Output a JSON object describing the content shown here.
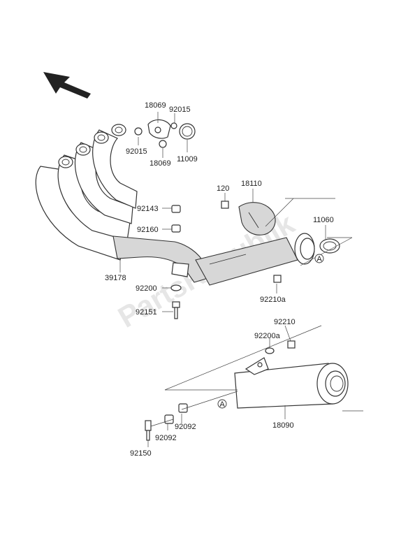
{
  "watermark": "PartsRepublik",
  "callouts": {
    "a1": "A",
    "a2": "A"
  },
  "parts": {
    "p18069_top": "18069",
    "p92015_top": "92015",
    "p92015_left": "92015",
    "p18069_bot": "18069",
    "p11009": "11009",
    "p120": "120",
    "p18110": "18110",
    "p92143": "92143",
    "p92160": "92160",
    "p11060": "11060",
    "p39178": "39178",
    "p92200": "92200",
    "p92210a": "92210a",
    "p92151": "92151",
    "p92210": "92210",
    "p92200a": "92200a",
    "p92092_a": "92092",
    "p92092_b": "92092",
    "p18090": "18090",
    "p92150": "92150"
  }
}
